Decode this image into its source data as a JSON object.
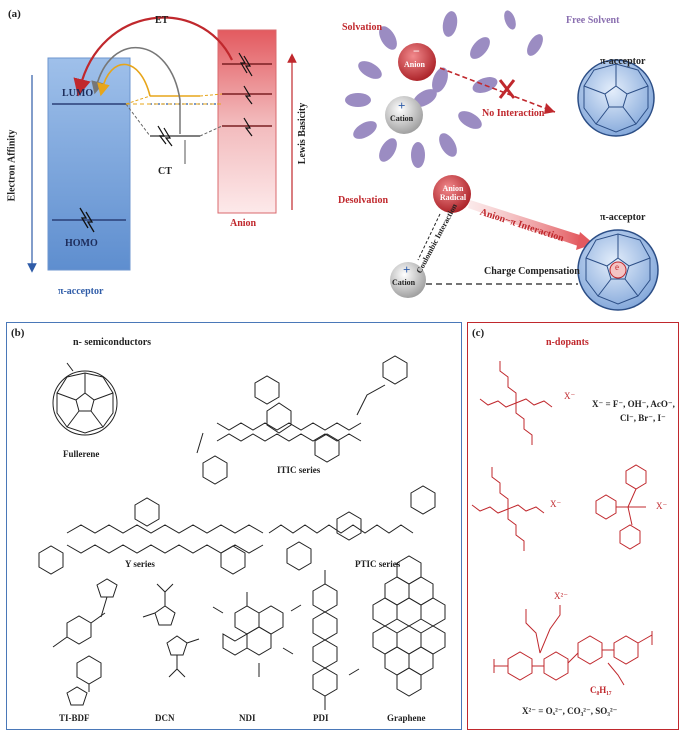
{
  "panel_a": {
    "tag": "(a)",
    "et": "ET",
    "ct": "CT",
    "lumo": "LUMO",
    "homo": "HOMO",
    "electron_affinity": "Electron Affinity",
    "lewis_basicity": "Lewis Basicity",
    "acceptor": "π-acceptor",
    "anion": "Anion",
    "solvation": "Solvation",
    "free_solvent": "Free Solvent",
    "anion_ball": "Anion",
    "minus": "−",
    "cation_ball": "Cation",
    "plus": "+",
    "no_interaction": "No Interaction",
    "acceptor_top": "π-acceptor",
    "desolvation": "Desolvation",
    "anion_radical": "Anion Radical",
    "coulombic": "Coulombic Interaction",
    "anion_pi": "Anion−π Interaction",
    "acceptor_bottom": "π-acceptor",
    "charge_comp": "Charge Compensation",
    "cation_bottom": "Cation",
    "electron": "e"
  },
  "panel_b": {
    "tag": "(b)",
    "title": "n- semiconductors",
    "fullerene": "Fullerene",
    "itic": "ITIC series",
    "y": "Y series",
    "ptic": "PTIC series",
    "tibdf": "TI-BDF",
    "dcn": "DCN",
    "ndi": "NDI",
    "pdi": "PDI",
    "graphene": "Graphene"
  },
  "panel_c": {
    "tag": "(c)",
    "title": "n-dopants",
    "x_def_line1": "X⁻ = F⁻, OH⁻, AcO⁻,",
    "x_def_line2": "Cl⁻, Br⁻, I⁻",
    "x_label1": "X⁻",
    "x_label2": "X⁻",
    "x_label3": "X⁻",
    "x2_label": "X²⁻",
    "c8h17": "C₈H₁₇",
    "x2_def": "X²⁻ = Oₓ²⁻, CO₃²⁻, SO₃²⁻"
  },
  "colors": {
    "red": "#c0282d",
    "blue": "#2f5ca8",
    "purple": "#8a6fb0",
    "panel_b_border": "#4a78b8",
    "panel_c_border": "#c0282d"
  }
}
